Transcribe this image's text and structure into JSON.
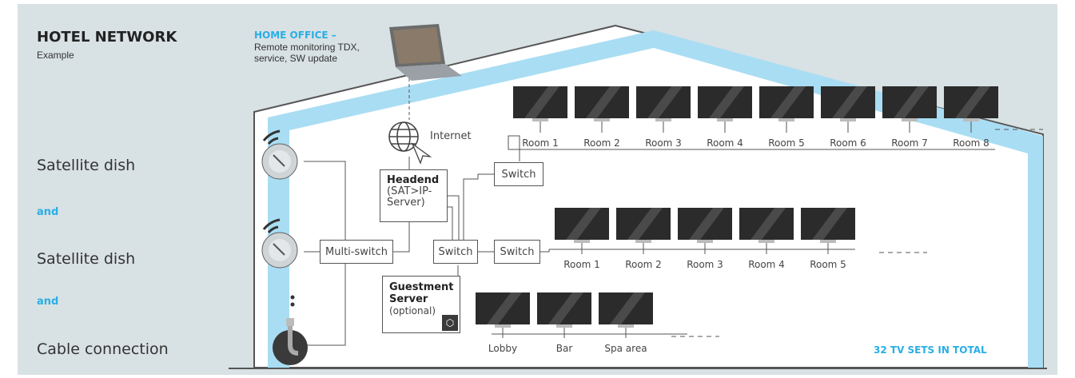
{
  "header": {
    "title": "HOTEL NETWORK",
    "subtitle": "Example"
  },
  "sources": {
    "items": [
      "Satellite dish",
      "Satellite dish",
      "Cable connection"
    ],
    "connector": "and"
  },
  "home_office": {
    "title": "HOME OFFICE –",
    "lines": [
      "Remote monitoring TDX,",
      "service, SW update"
    ]
  },
  "internet_label": "Internet",
  "boxes": {
    "multiswitch": "Multi-switch",
    "switch": "Switch",
    "headend_title": "Headend",
    "headend_lines": [
      "(SAT>IP-",
      "Server)"
    ],
    "guestment_title_lines": [
      "Guestment",
      "Server"
    ],
    "guestment_note": "(optional)"
  },
  "rooms": {
    "row1": [
      "Room 1",
      "Room 2",
      "Room 3",
      "Room 4",
      "Room 5",
      "Room 6",
      "Room 7",
      "Room 8"
    ],
    "row2": [
      "Room 1",
      "Room 2",
      "Room 3",
      "Room 4",
      "Room 5"
    ],
    "row3": [
      "Lobby",
      "Bar",
      "Spa area"
    ]
  },
  "total_label": "32 TV SETS IN TOTAL",
  "icons": [
    "wifi-signal-icon",
    "satellite-dish-icon",
    "cable-plug-icon",
    "globe-icon",
    "cursor-icon",
    "laptop-icon",
    "tv-icon",
    "guestment-logo-icon"
  ],
  "colors": {
    "accent": "#29aee6",
    "wall": "#a9ddf3",
    "panel": "#d8e1e4",
    "tv": "#2b2b2b"
  }
}
